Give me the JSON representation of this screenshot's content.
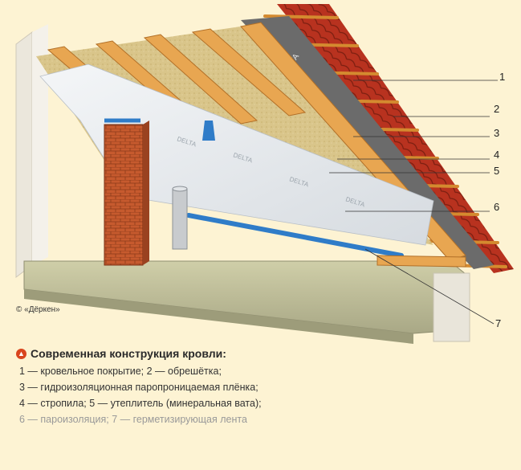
{
  "callouts": [
    "1",
    "2",
    "3",
    "4",
    "5",
    "6",
    "7"
  ],
  "copyright": "© «Дёркен»",
  "brand_text": "DELTA",
  "legend": {
    "title": "Современная конструкция кровли:",
    "lines": [
      "1 — кровельное покрытие; 2 — обрешётка;",
      "3 — гидроизоляционная паропроницаемая плёнка;",
      "4 — стропила; 5 — утеплитель (минеральная вата);",
      "6 — пароизоляция; 7 — герметизирующая лента"
    ]
  },
  "colors": {
    "background": "#fdf3d3",
    "tile": "#b8321f",
    "batten": "#e6a44a",
    "membrane": "#6b6b6b",
    "rafter": "#e8a651",
    "insulation": "#d9c58a",
    "vapor_barrier": "#e8ecf0",
    "tape": "#2f7cc8",
    "brick": "#c65a2e",
    "slab": "#c8c7a0",
    "wall": "#f0ede5",
    "icon": "#d9451e"
  }
}
